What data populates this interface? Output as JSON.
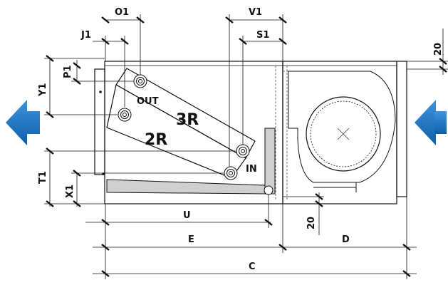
{
  "dimensions": {
    "O1": "O1",
    "V1": "V1",
    "J1": "J1",
    "S1": "S1",
    "P1": "P1",
    "Y1": "Y1",
    "T1": "T1",
    "X1": "X1",
    "U": "U",
    "E": "E",
    "D": "D",
    "C": "C",
    "top_right": "20",
    "bottom_mid": "20"
  },
  "coils": {
    "coil_3r": "3R",
    "coil_2r": "2R"
  },
  "ports": {
    "out": "OUT",
    "in": "IN"
  },
  "colors": {
    "line": "#111111",
    "tray": "#d0d0d0",
    "arrow": "#1f78c8"
  }
}
